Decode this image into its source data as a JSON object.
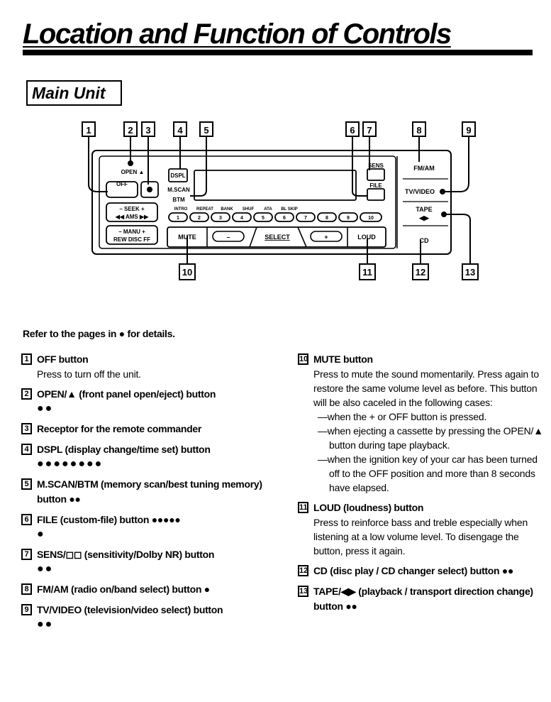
{
  "title": "Location and Function of Controls",
  "section": "Main Unit",
  "refer": "Refer to the pages in ● for details.",
  "callout_numbers": [
    "1",
    "2",
    "3",
    "4",
    "5",
    "6",
    "7",
    "8",
    "9",
    "10",
    "11",
    "12",
    "13"
  ],
  "panel_labels": {
    "open": "OPEN ▲",
    "off": "OFF",
    "seek": "– SEEK +",
    "ams": "◀◀ AMS ▶▶",
    "manu": "– MANU +",
    "disc": "REW DISC FF",
    "dspl": "DSPL",
    "mscan": "M.SCAN",
    "btm": "BTM",
    "sens": "SENS",
    "file": "FILE",
    "intro": "INTRO",
    "repeat": "REPEAT",
    "bank": "BANK",
    "shuf": "SHUF",
    "ata": "ATA",
    "blskip": "BL SKIP",
    "presets": [
      "1",
      "2",
      "3",
      "4",
      "5",
      "6",
      "7",
      "8",
      "9",
      "10"
    ],
    "mute": "MUTE",
    "minus": "–",
    "select": "SELECT",
    "plus": "+",
    "loud": "LOUD",
    "fmam": "FM/AM",
    "tvvideo": "TV/VIDEO",
    "tape": "TAPE",
    "tape_arrows": "◀▶",
    "cd": "CD"
  },
  "left_items": [
    {
      "num": "1",
      "title": "OFF button",
      "desc": "Press to turn off the unit.",
      "pages": ""
    },
    {
      "num": "2",
      "title": "OPEN/▲ (front panel open/eject) button",
      "desc": "",
      "pages": "●●"
    },
    {
      "num": "3",
      "title": "Receptor for the remote commander",
      "desc": "",
      "pages": ""
    },
    {
      "num": "4",
      "title": "DSPL (display change/time set) button",
      "desc": "",
      "pages": "●●●●●●●●"
    },
    {
      "num": "5",
      "title": "M.SCAN/BTM (memory scan/best tuning memory) button ●●",
      "desc": "",
      "pages": ""
    },
    {
      "num": "6",
      "title": "FILE (custom-file) button ●●●●●",
      "desc": "",
      "pages": "●"
    },
    {
      "num": "7",
      "title": "SENS/◻◻ (sensitivity/Dolby NR) button",
      "desc": "",
      "pages": "●●"
    },
    {
      "num": "8",
      "title": "FM/AM (radio on/band select) button ●",
      "desc": "",
      "pages": ""
    },
    {
      "num": "9",
      "title": "TV/VIDEO (television/video select) button",
      "desc": "",
      "pages": "●●"
    }
  ],
  "right_items": [
    {
      "num": "10",
      "title": "MUTE button",
      "desc": "Press to mute the sound momentarily. Press again to restore the same volume level as before. This button will be also caceled in the following cases:",
      "bullets": [
        "—when the + or OFF button is pressed.",
        "—when ejecting a cassette by pressing the OPEN/▲ button during tape playback.",
        "—when the ignition key of your car has been turned off to the OFF position and more than 8 seconds have elapsed."
      ]
    },
    {
      "num": "11",
      "title": "LOUD (loudness) button",
      "desc": "Press to reinforce bass and treble especially when listening at a low volume level. To disengage the button, press it again.",
      "bullets": []
    },
    {
      "num": "12",
      "title": "CD (disc play / CD changer select) button ●●",
      "desc": "",
      "bullets": []
    },
    {
      "num": "13",
      "title": "TAPE/◀▶ (playback / transport direction change) button ●●",
      "desc": "",
      "bullets": []
    }
  ]
}
